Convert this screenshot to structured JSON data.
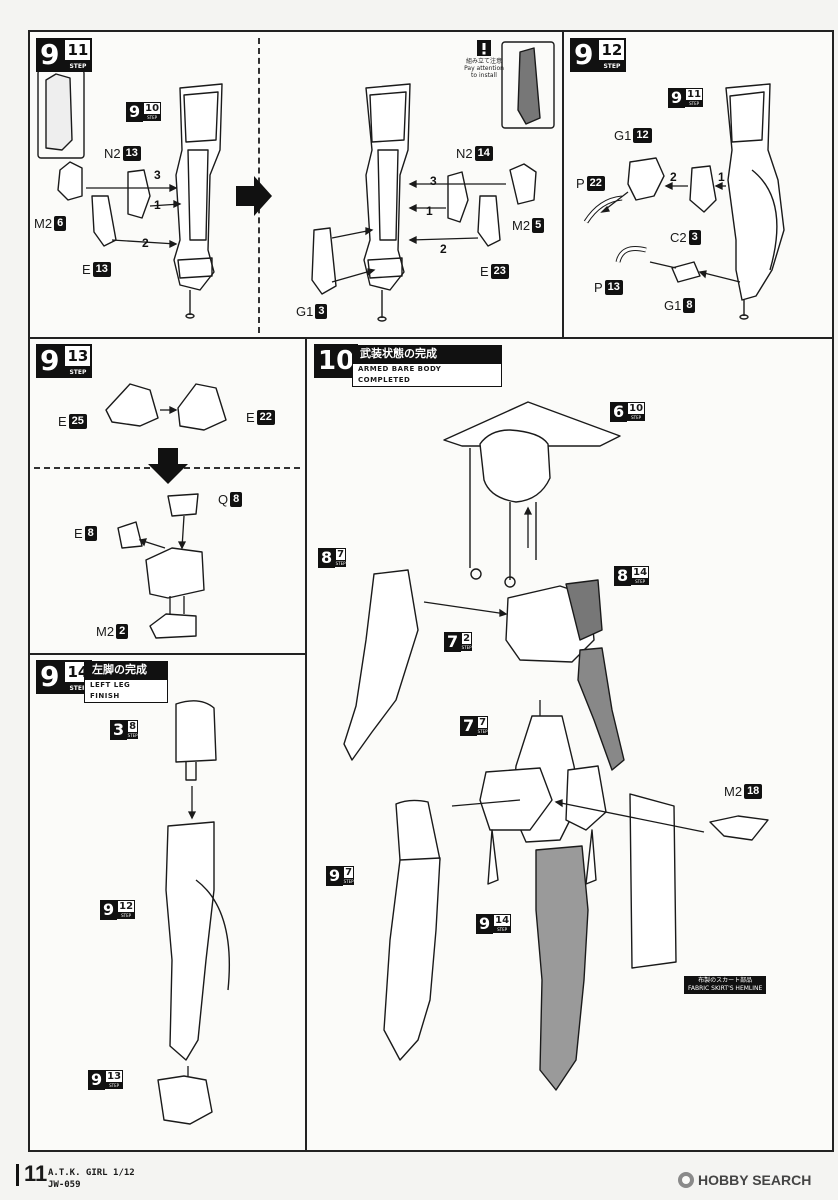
{
  "steps": {
    "s9_11": {
      "big": "9",
      "sub": "11",
      "tag": "STEP"
    },
    "s9_12": {
      "big": "9",
      "sub": "12",
      "tag": "STEP"
    },
    "s9_13": {
      "big": "9",
      "sub": "13",
      "tag": "STEP"
    },
    "s9_14": {
      "big": "9",
      "sub": "14",
      "tag": "STEP"
    },
    "s10": {
      "big": "10"
    }
  },
  "refs": {
    "r9_10": {
      "big": "9",
      "sub": "10",
      "tag": "STEP"
    },
    "r9_11": {
      "big": "9",
      "sub": "11",
      "tag": "STEP"
    },
    "r6_10": {
      "big": "6",
      "sub": "10",
      "tag": "STEP"
    },
    "r8_7": {
      "big": "8",
      "sub": "7",
      "tag": "STEP"
    },
    "r8_14": {
      "big": "8",
      "sub": "14",
      "tag": "STEP"
    },
    "r7_2": {
      "big": "7",
      "sub": "2",
      "tag": "STEP"
    },
    "r7_7": {
      "big": "7",
      "sub": "7",
      "tag": "STEP"
    },
    "r9_7": {
      "big": "9",
      "sub": "7",
      "tag": "STEP"
    },
    "r9_14b": {
      "big": "9",
      "sub": "14",
      "tag": "STEP"
    },
    "r3_8": {
      "big": "3",
      "sub": "8",
      "tag": "STEP"
    },
    "r9_12": {
      "big": "9",
      "sub": "12",
      "tag": "STEP"
    },
    "r9_13": {
      "big": "9",
      "sub": "13",
      "tag": "STEP"
    }
  },
  "titles": {
    "s10_jp": "武装状態の完成",
    "s10_en": "ARMED BARE BODY COMPLETED",
    "s9_14_jp": "左脚の完成",
    "s9_14_en": "LEFT LEG FINISH"
  },
  "notes": {
    "warning_icon": "exclamation-icon",
    "warning_jp": "組み立て注意",
    "warning_en1": "Pay attention",
    "warning_en2": "to install",
    "skirt_jp": "布製のスカート部品",
    "skirt_en": "FABRIC SKIRT'S HEMLINE"
  },
  "parts": {
    "a_n2": {
      "l": "N2",
      "n": "13"
    },
    "a_m2": {
      "l": "M2",
      "n": "6"
    },
    "a_e": {
      "l": "E",
      "n": "13"
    },
    "b_n2": {
      "l": "N2",
      "n": "14"
    },
    "b_m2": {
      "l": "M2",
      "n": "5"
    },
    "b_e": {
      "l": "E",
      "n": "23"
    },
    "b_g1": {
      "l": "G1",
      "n": "3"
    },
    "c_g1": {
      "l": "G1",
      "n": "12"
    },
    "c_p1": {
      "l": "P",
      "n": "22"
    },
    "c_c2": {
      "l": "C2",
      "n": "3"
    },
    "c_p2": {
      "l": "P",
      "n": "13"
    },
    "c_g1b": {
      "l": "G1",
      "n": "8"
    },
    "d_e25": {
      "l": "E",
      "n": "25"
    },
    "d_e22": {
      "l": "E",
      "n": "22"
    },
    "d_q": {
      "l": "Q",
      "n": "8"
    },
    "d_e8": {
      "l": "E",
      "n": "8"
    },
    "d_m2": {
      "l": "M2",
      "n": "2"
    },
    "f_m2": {
      "l": "M2",
      "n": "18"
    }
  },
  "arrows": [
    "1",
    "2",
    "3"
  ],
  "footer": {
    "page": "11",
    "title": "A.T.K. GIRL 1/12",
    "code": "JW-059",
    "watermark": "HOBBY SEARCH"
  },
  "colors": {
    "ink": "#1a1a1a",
    "paper": "#fbfbf9",
    "shade": "#9a9a9a"
  }
}
